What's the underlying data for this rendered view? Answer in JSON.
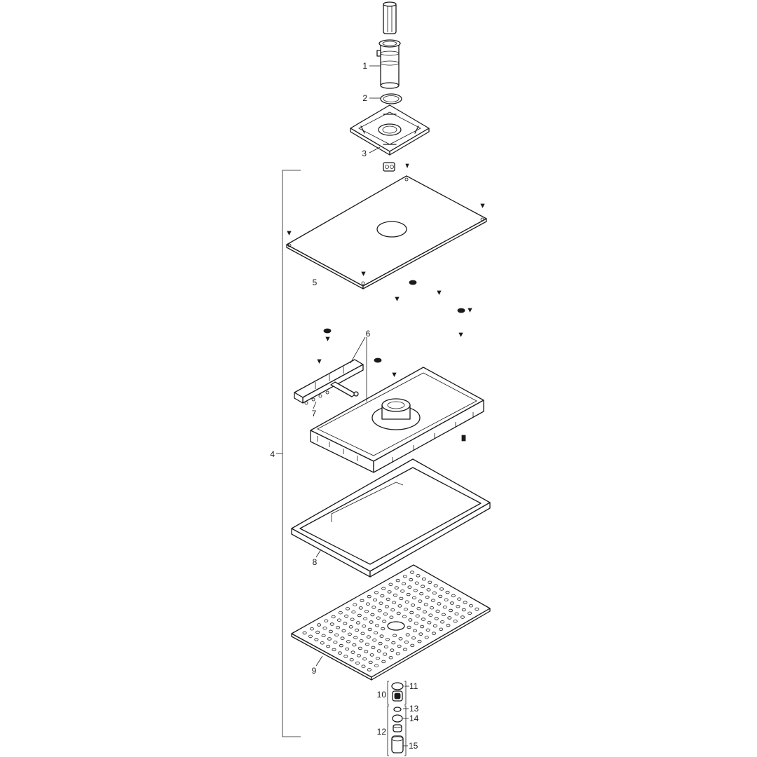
{
  "callouts": {
    "c1": "1",
    "c2": "2",
    "c3": "3",
    "c4": "4",
    "c5": "5",
    "c6": "6",
    "c7": "7",
    "c8": "8",
    "c9": "9",
    "c10": "10",
    "c11": "11",
    "c12": "12",
    "c13": "13",
    "c14": "14",
    "c15": "15"
  },
  "style": {
    "line_color": "#1a1a1a",
    "background": "#ffffff"
  }
}
